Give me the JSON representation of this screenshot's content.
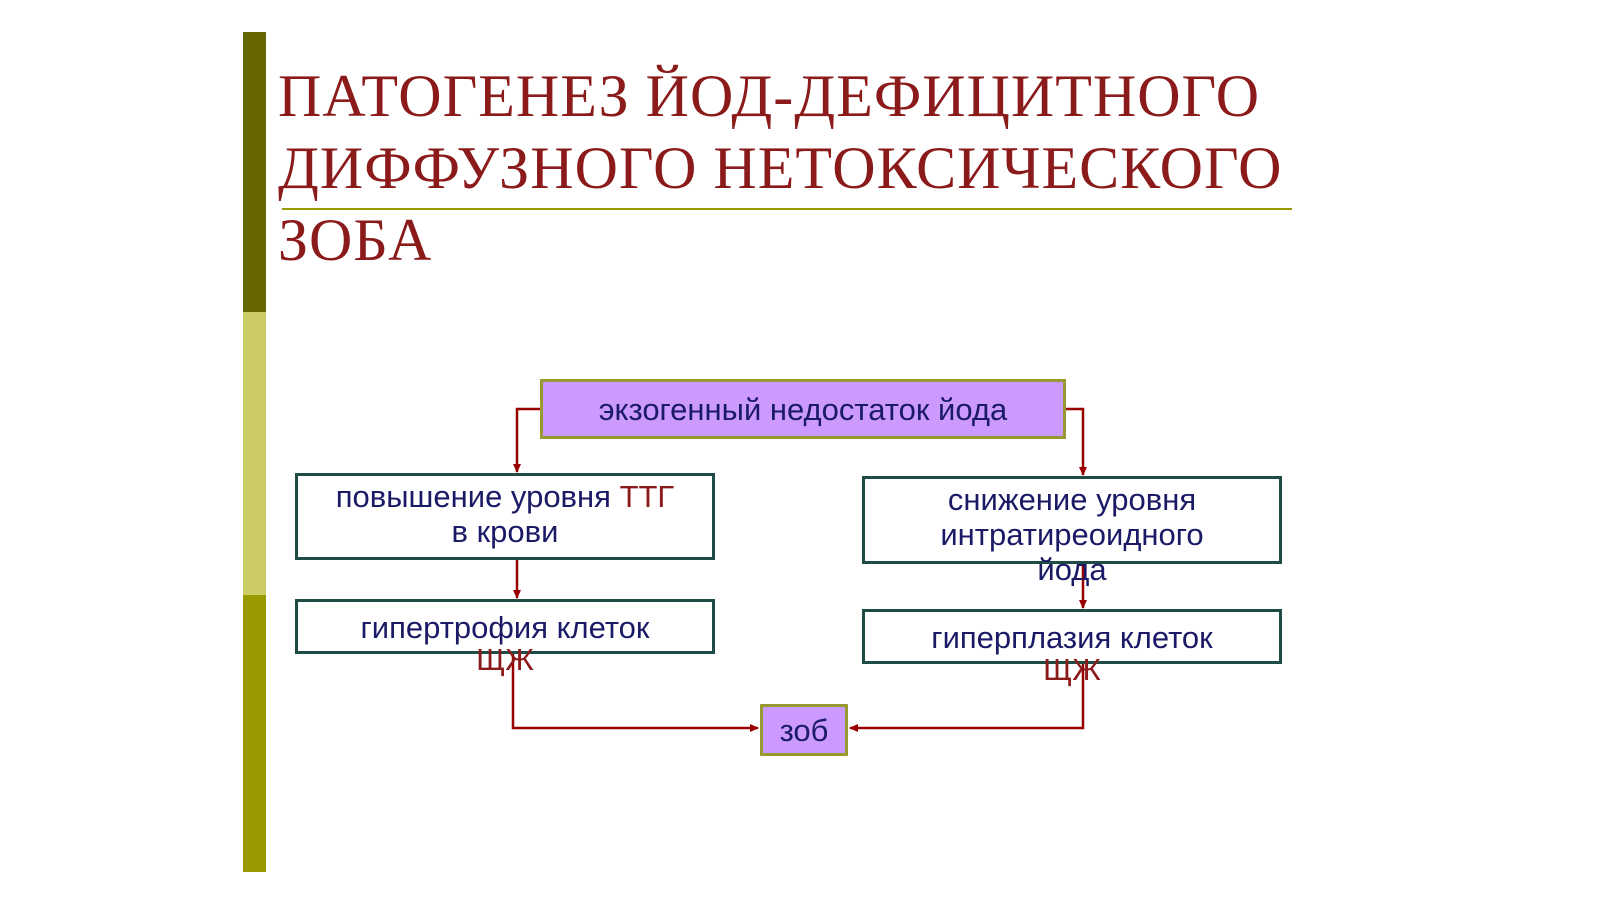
{
  "title": {
    "line1": "ПАТОГЕНЕЗ ЙОД-ДЕФИЦИТНОГО",
    "line2": "ДИФФУЗНОГО НЕТОКСИЧЕСКОГО",
    "line3": "ЗОБА"
  },
  "flowchart": {
    "source": "экзогенный недостаток йода",
    "left": {
      "step1_text": "повышение уровня",
      "step1_highlight": "ТТГ",
      "step1_line2": "в крови",
      "step2_text": "гипертрофия клеток",
      "step2_highlight": "ЩЖ"
    },
    "right": {
      "step1_line1": "снижение уровня",
      "step1_line2": "интратиреоидного",
      "step1_line3": "йода",
      "step2_text": "гиперплазия клеток",
      "step2_highlight": "ЩЖ"
    },
    "result": "зоб"
  },
  "colors": {
    "title": "#8b1a1a",
    "accent_bar_dark": "#666600",
    "accent_bar_light": "#cccc66",
    "accent_bar_mid": "#999900",
    "box_fill_lilac": "#cc99ff",
    "box_border_teal": "#1f4d45",
    "arrow": "#990000",
    "box_text": "#1a1a66"
  }
}
